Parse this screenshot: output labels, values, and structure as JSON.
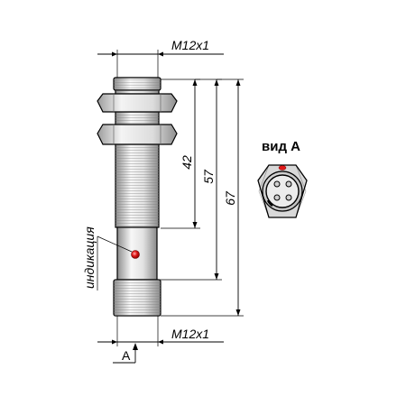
{
  "thread_top": "M12x1",
  "thread_bottom": "M12x1",
  "dim_42": "42",
  "dim_57": "57",
  "dim_67": "67",
  "view_title": "вид А",
  "indication_label": "индикация",
  "view_arrow_label": "А",
  "colors": {
    "led": "#e01818",
    "metal_light": "#f4f4f4",
    "metal_dark": "#9a9a9a",
    "line": "#000000"
  }
}
